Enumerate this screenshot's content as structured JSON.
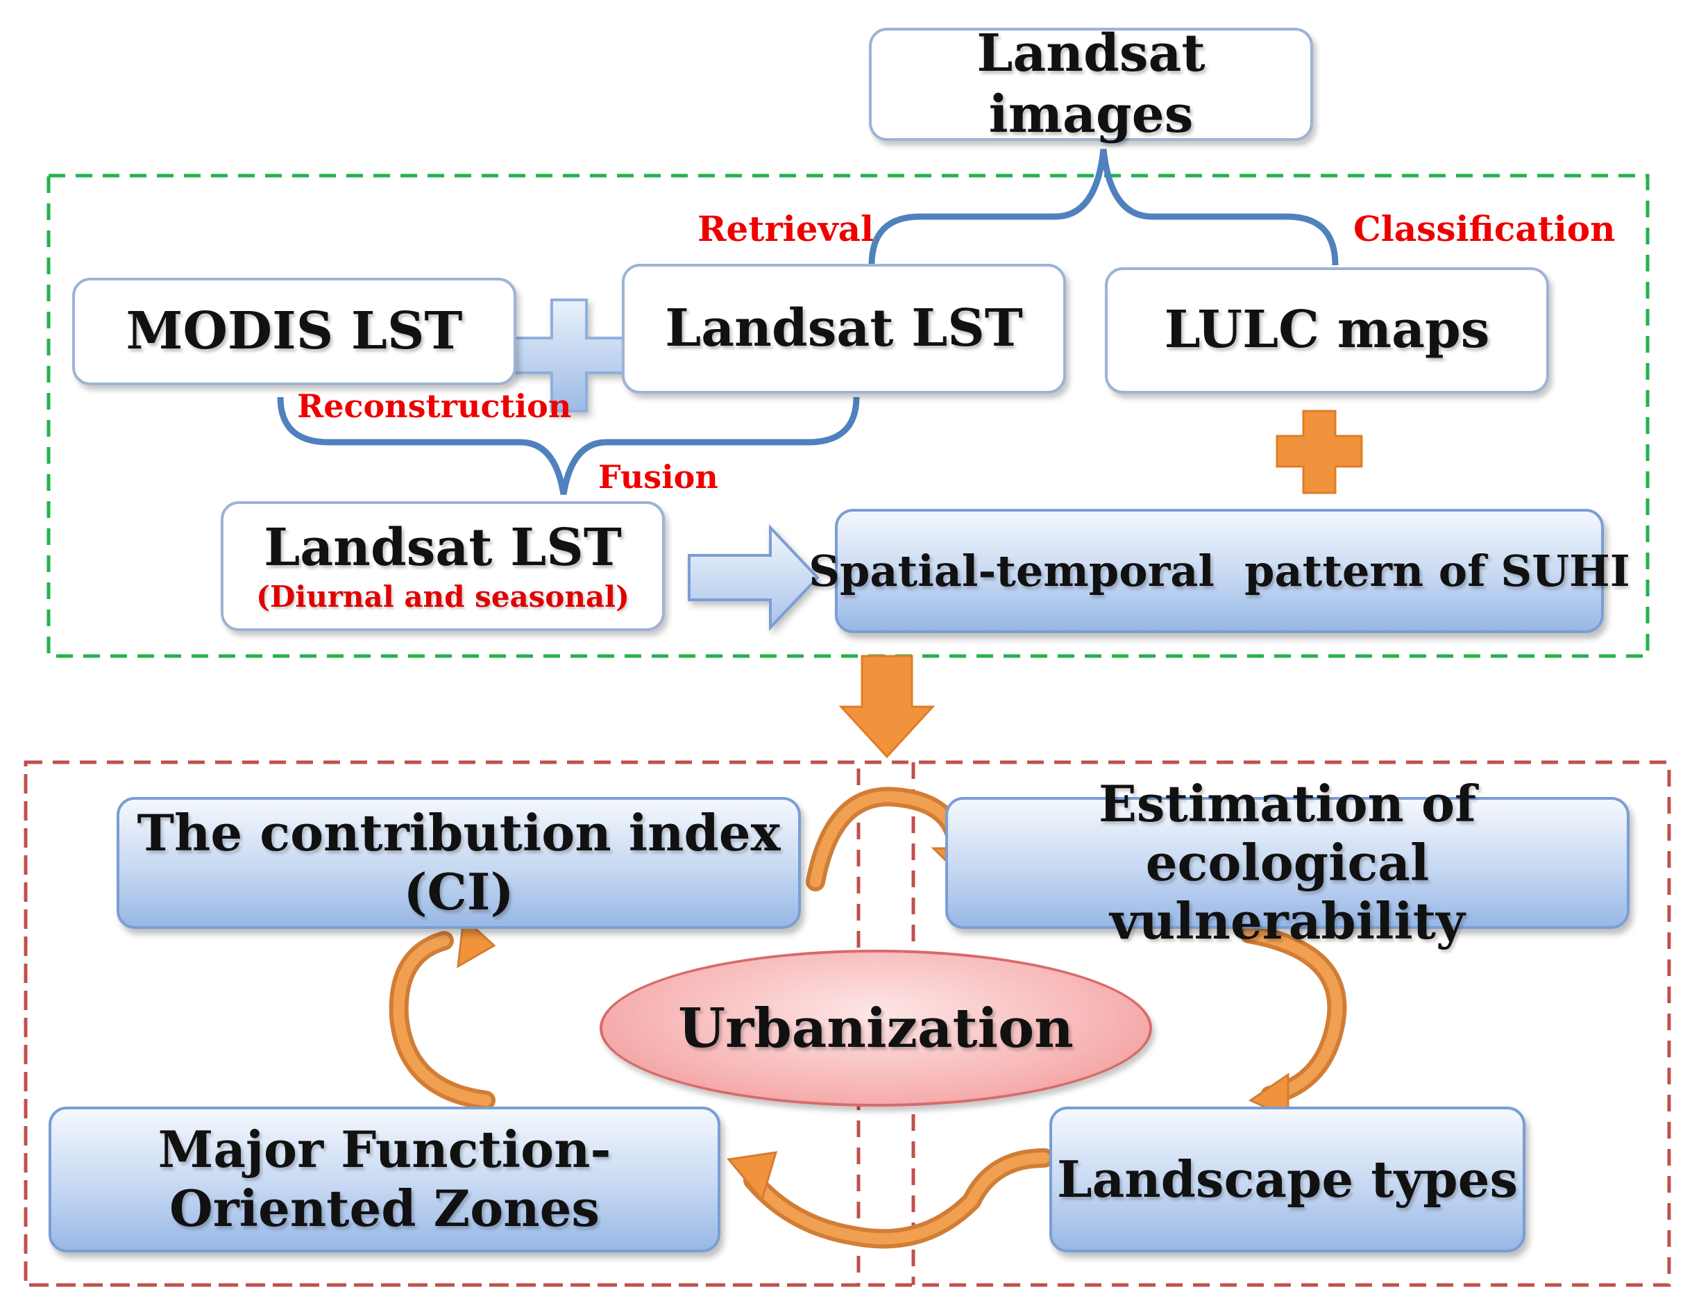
{
  "nodes": {
    "landsat_images": "Landsat images",
    "modis_lst": "MODIS LST",
    "landsat_lst": "Landsat LST",
    "lulc_maps": "LULC maps",
    "landsat_lst_fused": "Landsat LST",
    "landsat_lst_fused_sub": "(Diurnal and seasonal)",
    "suhi_pattern": "Spatial-temporal  pattern of SUHI",
    "contribution_index": "The contribution index (CI)",
    "ecological_vulnerability": "Estimation of ecological vulnerability",
    "landscape_types": "Landscape types",
    "function_zones": "Major Function-Oriented Zones",
    "urbanization": "Urbanization"
  },
  "labels": {
    "retrieval": "Retrieval",
    "classification": "Classification",
    "reconstruction": "Reconstruction",
    "fusion": "Fusion"
  },
  "colors": {
    "green_dash": "#22b24c",
    "red_dash": "#c0504d",
    "brace_blue": "#4f81bd",
    "orange_arrow": "#f0933c",
    "label_red": "#ee0000"
  }
}
